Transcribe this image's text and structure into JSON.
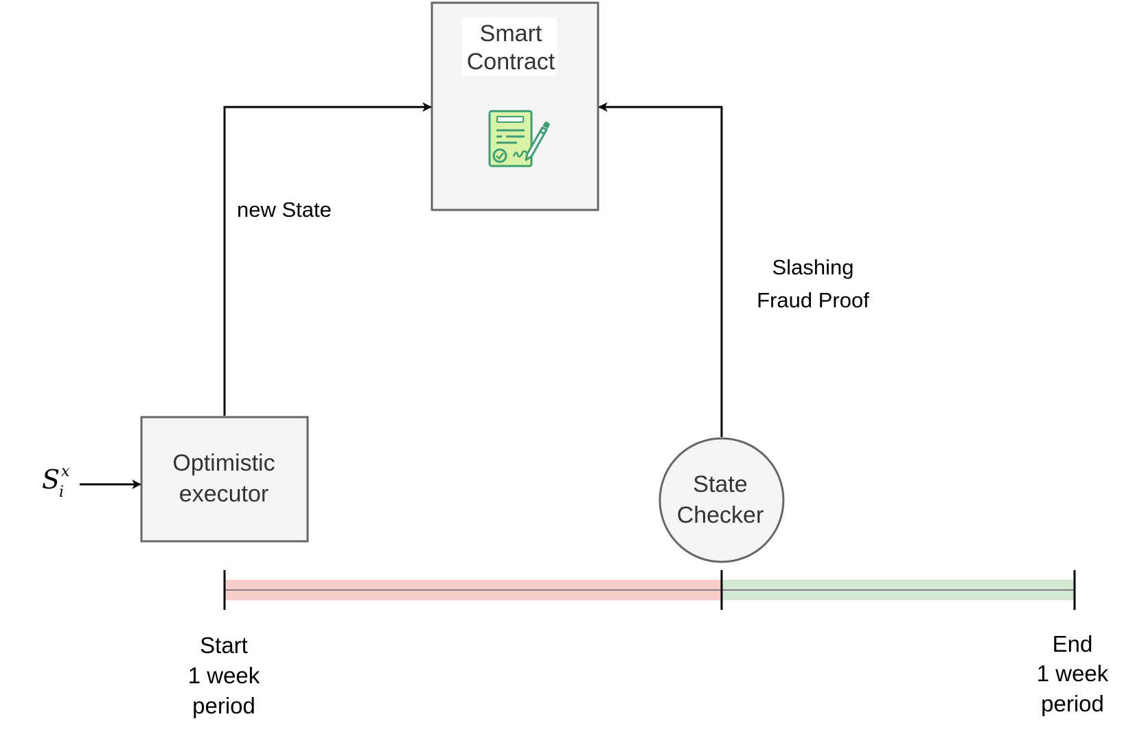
{
  "nodes": {
    "smart_contract": {
      "line1": "Smart",
      "line2": "Contract",
      "icon": "signed-contract-icon"
    },
    "optimistic_executor": {
      "line1": "Optimistic",
      "line2": "executor"
    },
    "state_checker": {
      "line1": "State",
      "line2": "Checker"
    }
  },
  "input": {
    "symbol": "S",
    "sub": "i",
    "sup": "x"
  },
  "edges": {
    "new_state": "new State",
    "slashing_line1": "Slashing",
    "slashing_line2": "Fraud Proof"
  },
  "timeline": {
    "start": {
      "line1": "Start",
      "line2": "1 week",
      "line3": "period"
    },
    "end": {
      "line1": "End",
      "line2": "1 week",
      "line3": "period"
    }
  },
  "colors": {
    "box_fill": "#f5f5f5",
    "box_stroke": "#666666",
    "challenge_window": "#f8cecc",
    "finalized_window": "#d5e8d4",
    "icon_green": "#3c9d74",
    "icon_lightgreen": "#d9f2a6"
  }
}
